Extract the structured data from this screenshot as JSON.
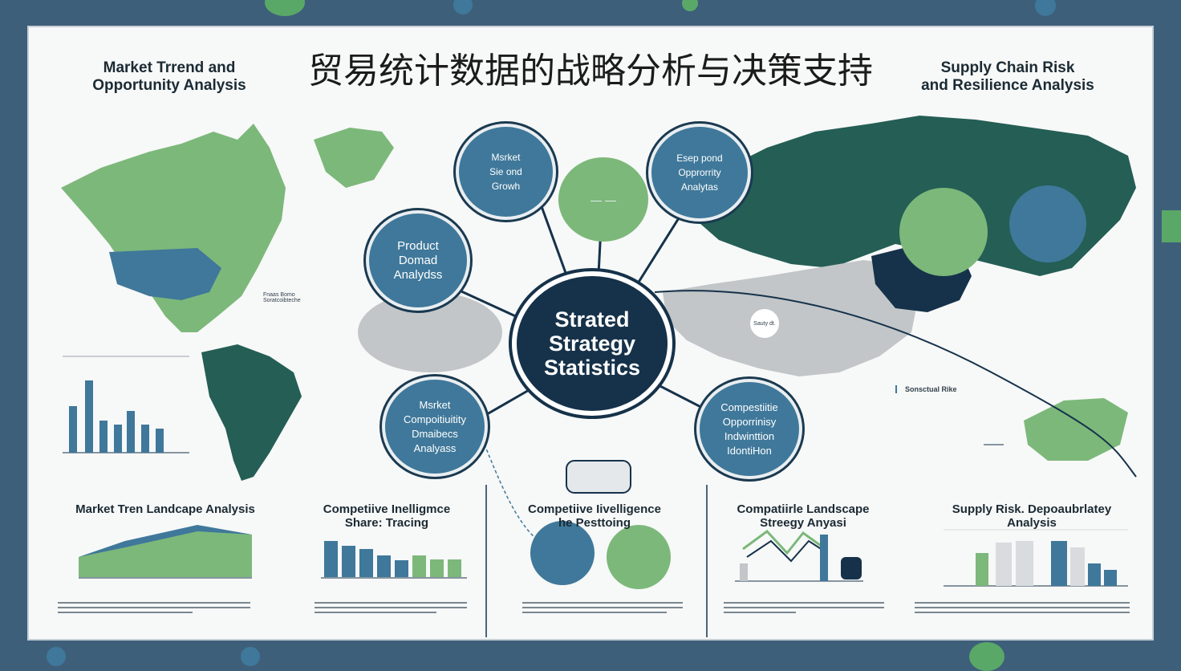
{
  "title": "贸易统计数据的战略分析与决策支持",
  "corner_titles": {
    "left": "Market Trrend and\nOpportunity Analysis",
    "right": "Supply Chain Risk\nand Resilience Analysis"
  },
  "center_node": "Strated\nStrategy\nStatistics",
  "nodes": {
    "market_size": "Msrket\nSie ond\nGrowh",
    "product_demand": "Product\nDomad\nAnalydss",
    "opportunity": "Esep pond\nOpprorrity\nAnalytas",
    "competitivity": "Msrket\nCompoitiuitity\nDmaibecs\nAnalyass",
    "competitive_id": "Compestiitie\nOpporrinisy\nIndwinttion\nIdontiHon"
  },
  "map_labels": {
    "na_label": "Fnaas Bomo\nSoratcoibteche",
    "center_dot": "Sauty dt.",
    "supply_risk": "Sonsctual Rike"
  },
  "panels": [
    {
      "title": "Market Tren Landcape Analysis"
    },
    {
      "title": "Competiive Inelligmce\nShare: Tracing"
    },
    {
      "title": "Competiive Iivelligence\nhe Pesttoing"
    },
    {
      "title": "Compatiirle Landscape\nStreegy Anyasi"
    },
    {
      "title": "Supply Risk. Depoaubrlatey Analysis"
    }
  ],
  "colors": {
    "navy": "#16324a",
    "blue": "#3f789a",
    "green": "#7cb87a",
    "dark_green": "#245e55",
    "gray": "#bfc3c5"
  }
}
